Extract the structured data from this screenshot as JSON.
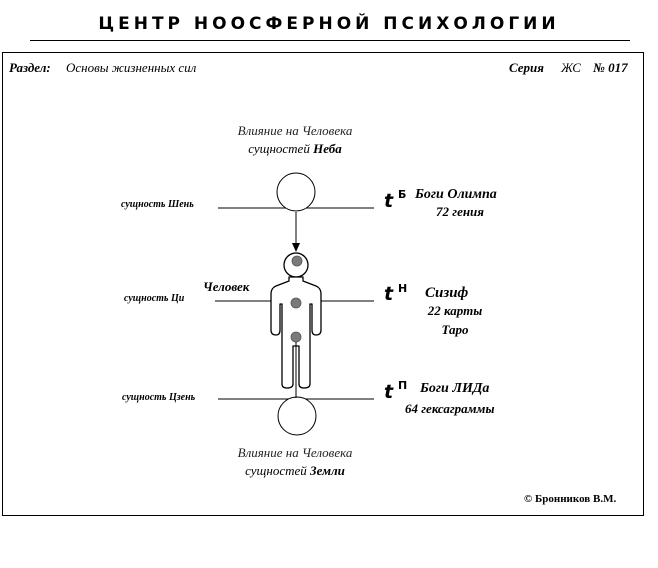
{
  "header": {
    "title": "ЦЕНТР НООСФЕРНОЙ ПСИХОЛОГИИ"
  },
  "meta": {
    "section_label": "Раздел:",
    "section_value": "Основы жизненных сил",
    "series_label": "Серия",
    "series_value": "ЖС",
    "number": "№ 017"
  },
  "top_caption": {
    "line1": "Влияние на Человека",
    "line2_prefix": "сущностей",
    "line2_bold": "Неба"
  },
  "bottom_caption": {
    "line1": "Влияние на Человека",
    "line2_prefix": "сущностей",
    "line2_bold": "Земли"
  },
  "levels": {
    "top": {
      "entity": "сущность Шень",
      "t": "t",
      "sup": "Б",
      "title": "Боги Олимпа",
      "sub": "72 гения"
    },
    "middle": {
      "entity": "сущность Ци",
      "person": "Человек",
      "t": "t",
      "sup": "Н",
      "title": "Сизиф",
      "sub1": "22 карты",
      "sub2": "Таро"
    },
    "bottom": {
      "entity": "сущность Цзень",
      "t": "t",
      "sup": "П",
      "title": "Боги ЛИДа",
      "sub": "64 гексаграммы"
    }
  },
  "copyright": "© Бронников В.М."
}
